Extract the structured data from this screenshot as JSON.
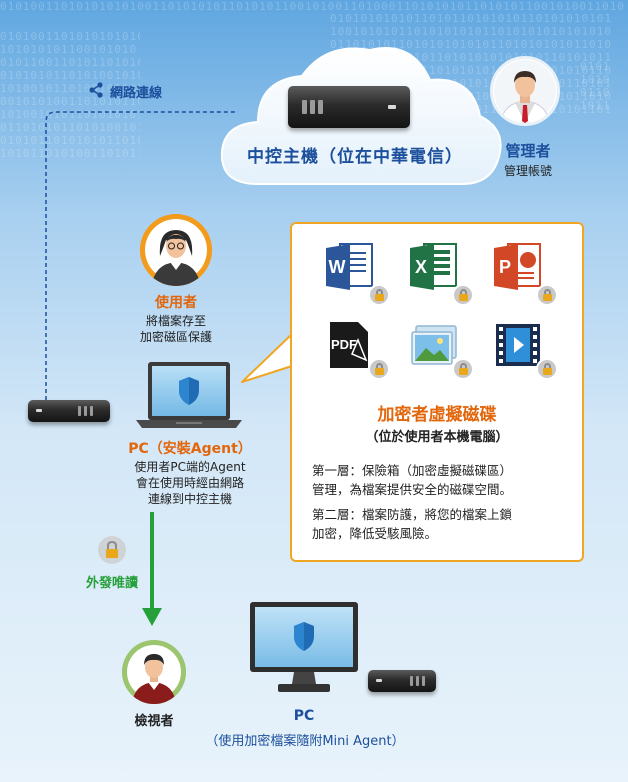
{
  "network_label": "網路連線",
  "host": {
    "label": "中控主機（位在中華電信）"
  },
  "admin": {
    "role": "管理者",
    "desc": "管理帳號"
  },
  "user": {
    "role": "使用者",
    "desc_line1": "將檔案存至",
    "desc_line2": "加密磁區保護"
  },
  "pc_user": {
    "title": "PC（安裝Agent）",
    "desc_line1": "使用者PC端的Agent",
    "desc_line2": "會在使用時經由網路",
    "desc_line3": "連線到中控主機"
  },
  "external": {
    "label": "外發唯讀"
  },
  "viewer": {
    "role": "檢視者"
  },
  "pc_viewer": {
    "title": "PC",
    "subtitle": "（使用加密檔案隨附Mini Agent）"
  },
  "vault": {
    "title": "加密者虛擬磁碟",
    "subtitle": "（位於使用者本機電腦）",
    "layer1_line1": "第一層：保險箱（加密虛擬磁碟區）",
    "layer1_line2": "管理，為檔案提供安全的磁碟空間。",
    "layer2_line1": "第二層：檔案防護，將您的檔案上鎖",
    "layer2_line2": "加密，降低受駭風險。"
  },
  "apps": {
    "word": "W",
    "excel": "X",
    "ppt": "P",
    "pdf": "PDF"
  },
  "colors": {
    "accent_blue": "#1c4f9c",
    "accent_orange": "#e2660c",
    "green_arrow": "#26a03a",
    "callout_border": "#f0a623"
  },
  "icons": [
    "share-icon",
    "server-icon",
    "cloud-icon",
    "shield-icon",
    "lock-icon",
    "word-icon",
    "excel-icon",
    "powerpoint-icon",
    "pdf-icon",
    "image-icon",
    "video-icon",
    "laptop-icon",
    "monitor-icon"
  ]
}
